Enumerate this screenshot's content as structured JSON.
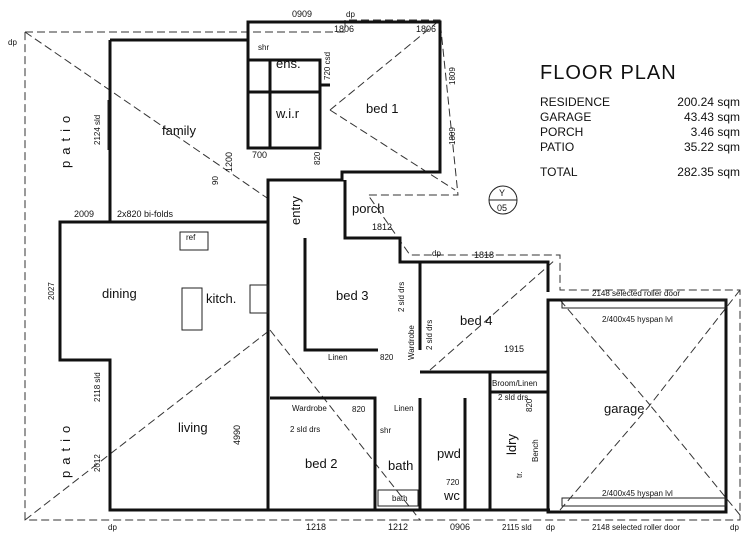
{
  "header": {
    "title": "FLOOR PLAN"
  },
  "areas": [
    {
      "label": "RESIDENCE",
      "value": "200.24 sqm"
    },
    {
      "label": "GARAGE",
      "value": "43.43 sqm"
    },
    {
      "label": "PORCH",
      "value": "3.46 sqm"
    },
    {
      "label": "PATIO",
      "value": "35.22 sqm"
    }
  ],
  "total": {
    "label": "TOTAL",
    "value": "282.35 sqm"
  },
  "rooms": {
    "family": "family",
    "bed1": "bed 1",
    "ens": "ens.",
    "shr1": "shr",
    "wir": "w.i.r",
    "entry": "entry",
    "porch": "porch",
    "dining": "dining",
    "kitch": "kitch.",
    "bed3": "bed 3",
    "bed4": "bed 4",
    "living": "living",
    "bed2": "bed 2",
    "bath": "bath",
    "bath_tub": "bath",
    "pwd": "pwd",
    "ldry": "ldry",
    "wc": "wc",
    "garage": "garage",
    "shr2": "shr",
    "linen1": "Linen",
    "linen2": "Linen",
    "ref": "ref",
    "wardrobe_b3": "Wardrobe",
    "wardrobe_b2": "Wardrobe",
    "broom": "Broom/Linen",
    "bench": "Bench",
    "tr": "tr."
  },
  "patio_labels": {
    "upper": "patio",
    "lower": "patio"
  },
  "dims": {
    "d0909": "0909",
    "d1806a": "1806",
    "d1806b": "1806",
    "d720csd": "720 csd",
    "d2124sld": "2124 sld",
    "d1809a": "1809",
    "d1809b": "1809",
    "d1200": "1200",
    "d700": "700",
    "d90": "90",
    "d820a": "820",
    "d2009": "2009",
    "d2x820": "2x820 bi-folds",
    "d2027": "2027",
    "d1812": "1812",
    "d1818": "1818",
    "d2118sld": "2118 sld",
    "d2012": "2012",
    "d4990": "4990",
    "d1218": "1218",
    "d1212": "1212",
    "d0906": "0906",
    "d2115sld": "2115 sld",
    "d2148top": "2148 selected roller door",
    "d2148bot": "2148 selected roller door",
    "d2400top": "2/400x45 hyspan lvl",
    "d2400bot": "2/400x45 hyspan lvl",
    "d1915": "1915",
    "d2sld_a": "2 sld drs",
    "d2sld_b": "2 sld drs",
    "d2sld_c": "2 sld drs",
    "d2sld_d": "2 sld drs",
    "d820b": "820",
    "d820c": "820",
    "d820d": "820",
    "d720": "720",
    "dp": "dp",
    "north_y": "Y",
    "north_05": "05"
  }
}
